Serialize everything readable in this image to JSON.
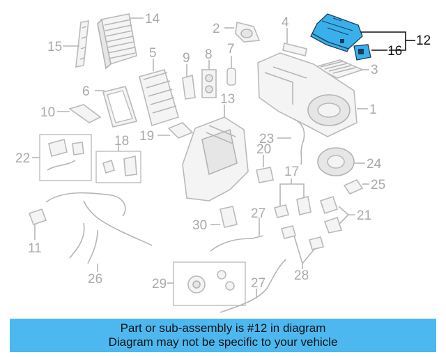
{
  "callouts": {
    "c1": "1",
    "c2": "2",
    "c3": "3",
    "c4": "4",
    "c5": "5",
    "c6": "6",
    "c7": "7",
    "c8": "8",
    "c9": "9",
    "c10": "10",
    "c11": "11",
    "c12": "12",
    "c13": "13",
    "c14": "14",
    "c15": "15",
    "c16": "16",
    "c17": "17",
    "c18": "18",
    "c19": "19",
    "c20": "20",
    "c21": "21",
    "c22": "22",
    "c23": "23",
    "c24": "24",
    "c25": "25",
    "c26": "26",
    "c27a": "27",
    "c27b": "27",
    "c28": "28",
    "c29": "29",
    "c30": "30"
  },
  "highlight_color": "#3ab0ea",
  "banner": {
    "line1": "Part or sub-assembly is #12 in diagram",
    "line2": "Diagram may not be specific to your vehicle",
    "color": "#4cb8ef"
  }
}
